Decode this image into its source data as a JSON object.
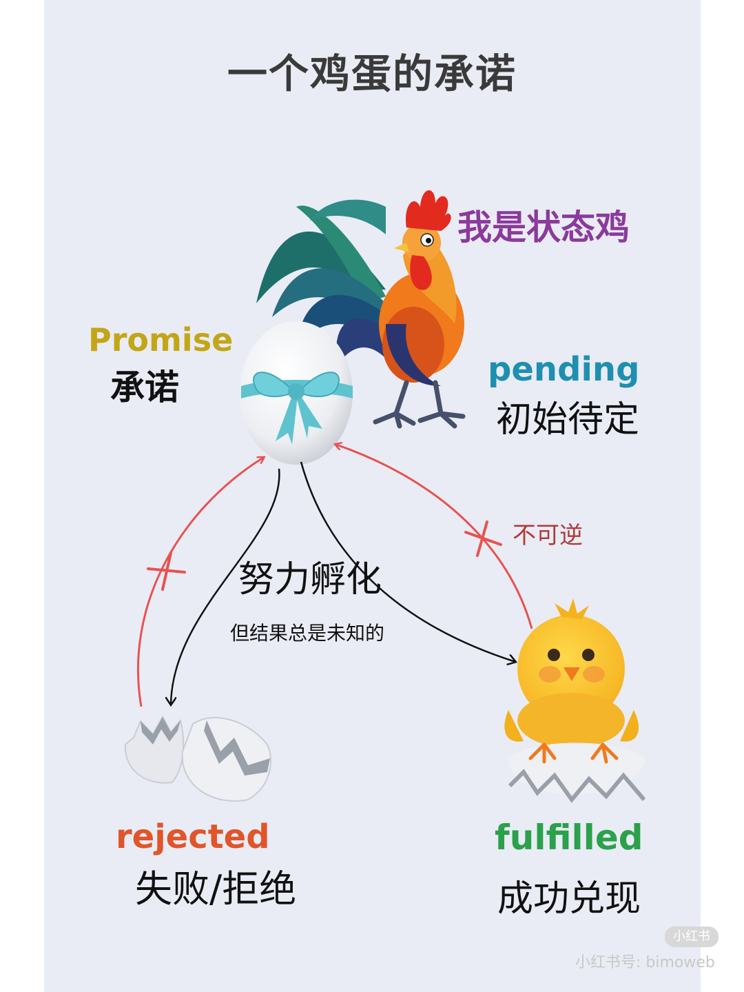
{
  "title": "一个鸡蛋的承诺",
  "rooster_label": "我是状态鸡",
  "promise": {
    "en": "Promise",
    "cn": "承诺"
  },
  "pending": {
    "en": "pending",
    "cn": "初始待定"
  },
  "irreversible_label": "不可逆",
  "hatch": {
    "main": "努力孵化",
    "sub": "但结果总是未知的"
  },
  "rejected": {
    "en": "rejected",
    "cn": "失败/拒绝"
  },
  "fulfilled": {
    "en": "fulfilled",
    "cn": "成功兑现"
  },
  "watermark": {
    "badge": "小红书",
    "text": "小红书号: bimoweb"
  },
  "colors": {
    "background": "#e9ecf5",
    "promise": "#c3a617",
    "pending": "#1f8fb0",
    "rejected": "#e0552a",
    "fulfilled": "#2aa14a",
    "rooster_label": "#8b3a9c",
    "forbidden_arrow": "#e8524f",
    "forward_arrow": "#111111"
  },
  "icons": [
    "rooster-icon",
    "gift-egg-icon",
    "broken-egg-icon",
    "chick-icon"
  ]
}
